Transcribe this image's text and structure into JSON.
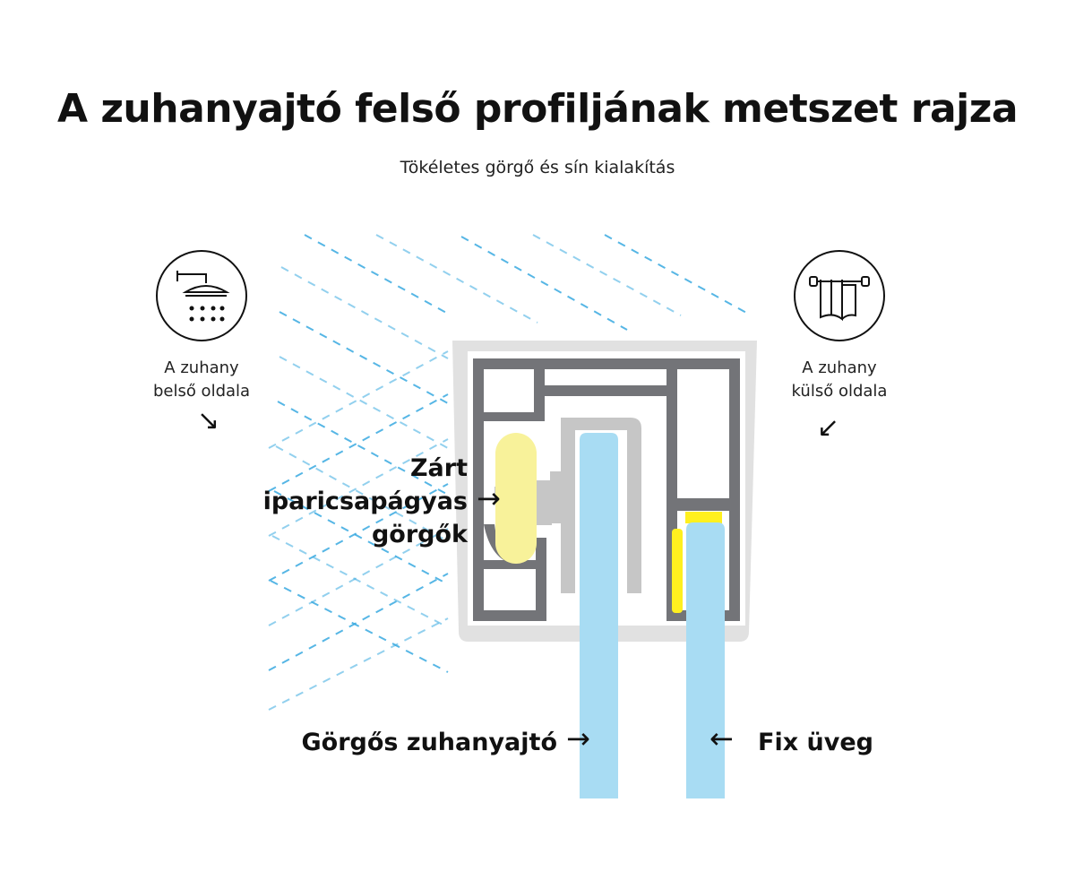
{
  "title": "A zuhanyajtó felső profiljának metszet rajza",
  "subtitle": "Tökéletes görgő és sín kialakítás",
  "left_side": {
    "line1": "A zuhany",
    "line2": "belső oldala",
    "icon": "shower-head-icon",
    "arrow": "↘"
  },
  "right_side": {
    "line1": "A zuhany",
    "line2": "külső oldala",
    "icon": "towel-rack-icon",
    "arrow": "↙"
  },
  "roller_label": {
    "line1": "Zárt",
    "line2": "iparicsapágyas",
    "line3": "görgők",
    "arrow": "→"
  },
  "sliding_door_label": {
    "text": "Görgős zuhanyajtó",
    "arrow": "→"
  },
  "fixed_glass_label": {
    "text": "Fix üveg",
    "arrow": "←"
  },
  "colors": {
    "glass": "#a8dcf3",
    "profile_outer": "#e1e1e1",
    "profile_inner": "#737478",
    "roller": "#f8f29a",
    "seal": "#fff01f",
    "water": "#38a9e0"
  }
}
